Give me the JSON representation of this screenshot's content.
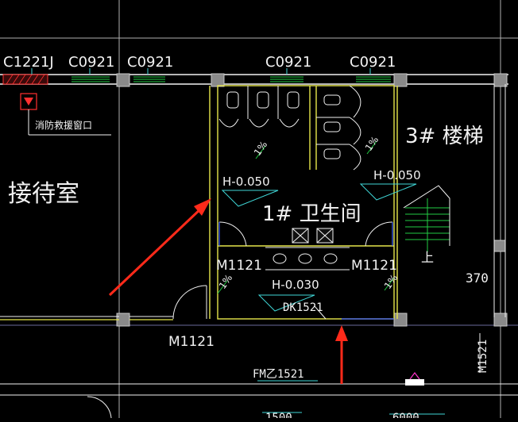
{
  "labels": {
    "window_c1221j": "C1221J",
    "window_c0921_a": "C0921",
    "window_c0921_b": "C0921",
    "window_c0921_c": "C0921",
    "window_c0921_d": "C0921",
    "fire_rescue_window": "消防救援窗口",
    "reception_room": "接待室",
    "restroom": "1# 卫生间",
    "stair": "3# 楼梯",
    "elev_left": "H-0.050",
    "elev_right": "H-0.050",
    "elev_bottom": "H-0.030",
    "slope_1": "1%",
    "slope_2": "1%",
    "slope_3": "1%",
    "slope_4": "1%",
    "door_m1121_left": "M1121",
    "door_m1121_right": "M1121",
    "door_m1121_bottom": "M1121",
    "door_dk1521": "DK1521",
    "door_fmz1521": "FM乙1521",
    "door_m1521": "M1521",
    "dim_370": "370",
    "stair_up": "上",
    "dim_1500": "1500",
    "dim_6000": "6000"
  },
  "colors": {
    "background": "#000000",
    "wall": "#e6e64a",
    "white_line": "#f2f2f2",
    "green_line": "#22cc44",
    "cyan_line": "#3fd6d6",
    "blue_line": "#3a5cff",
    "red_arrow": "#ff2a1a",
    "column": "#8a8a8a"
  }
}
